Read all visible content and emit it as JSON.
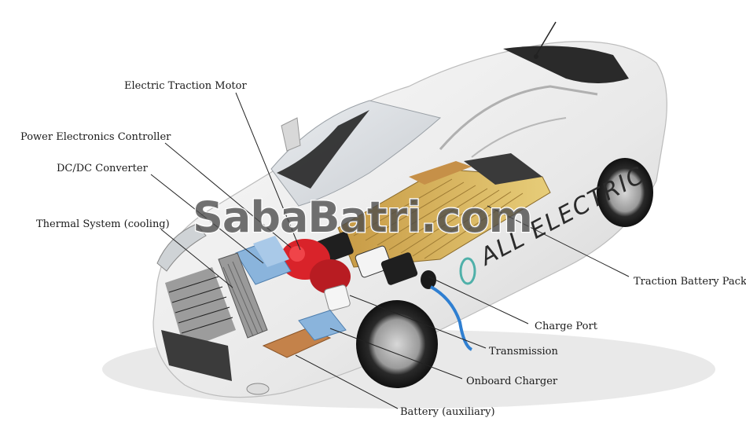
{
  "watermark": "SabaBatri.com",
  "body_lettering": "ALL ELECTRIC",
  "labels": {
    "electric_traction_motor": "Electric Traction Motor",
    "power_electronics_controller": "Power Electronics Controller",
    "dc_dc_converter": "DC/DC Converter",
    "thermal_system": "Thermal System (cooling)",
    "traction_battery_pack": "Traction Battery Pack",
    "charge_port": "Charge Port",
    "transmission": "Transmission",
    "onboard_charger": "Onboard Charger",
    "battery_auxiliary": "Battery (auxiliary)"
  },
  "colors": {
    "car_body": "#eeeeee",
    "battery_pack": "#d6b75c",
    "battery_cells": "#e3c56a",
    "motor": "#d9232a",
    "converter": "#8ab4dc",
    "copper": "#c4824a",
    "charge_cable": "#2f7fd1"
  }
}
